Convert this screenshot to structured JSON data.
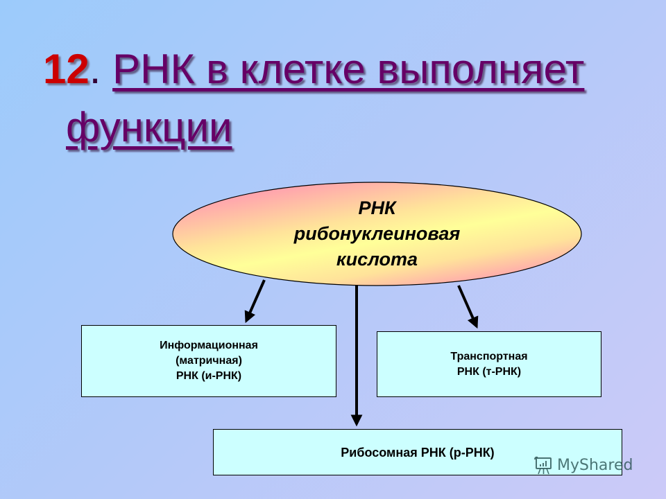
{
  "slide": {
    "title": {
      "number": "12",
      "separator": ".",
      "line1": "РНК в клетке выполняет",
      "line2": "функции"
    },
    "center_node": {
      "lines": [
        "РНК",
        "рибонуклеиновая",
        "кислота"
      ]
    },
    "boxes": {
      "informational": {
        "lines": [
          "Информационная",
          "(матричная)",
          "РНК (и-РНК)"
        ]
      },
      "transport": {
        "lines": [
          "Транспортная",
          "РНК (т-РНК)"
        ]
      },
      "ribosomal": {
        "lines": [
          "Рибосомная РНК (р-РНК)"
        ]
      }
    },
    "watermark": {
      "label": "MyShared",
      "icon": "presentation-board-icon"
    }
  },
  "colors": {
    "background_start": "#9ccbfb",
    "background_end": "#cccaf8",
    "title_number": "#cc0000",
    "title_text": "#660066",
    "ellipse_pink": "#ff99bb",
    "ellipse_yellow": "#ffff99",
    "box_fill": "#ccffff",
    "arrow": "#000000"
  }
}
